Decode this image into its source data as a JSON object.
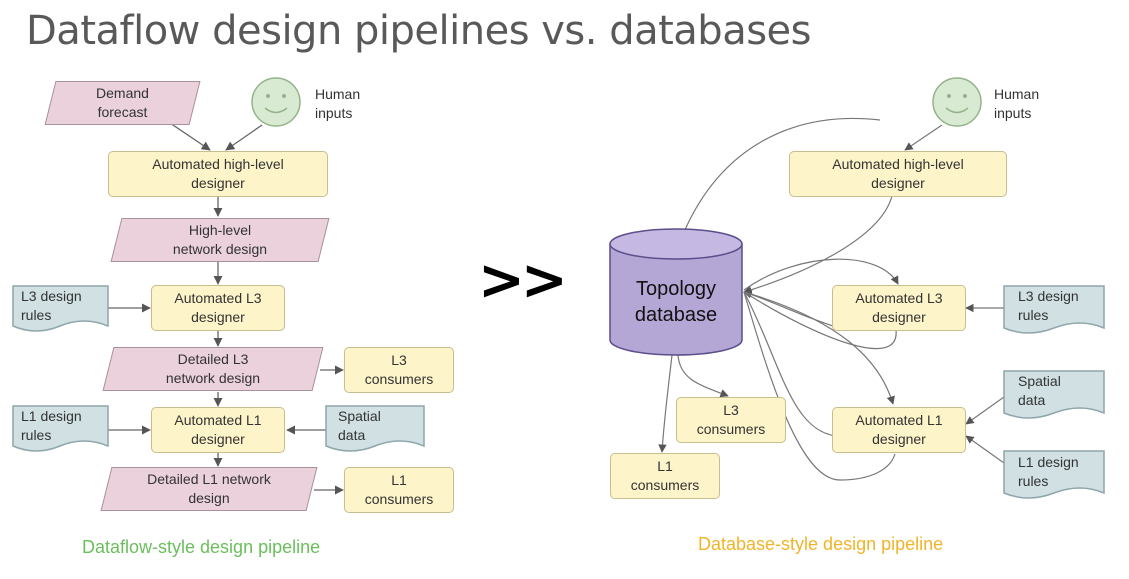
{
  "title": "Dataflow design pipelines vs. databases",
  "comparison_symbol": ">>",
  "left": {
    "caption": "Dataflow-style design pipeline",
    "caption_color": "#6abf5c",
    "human_inputs": "Human\ninputs",
    "demand_forecast": "Demand\nforecast",
    "auto_high_level": "Automated high-level\ndesigner",
    "high_level_design": "High-level\nnetwork design",
    "l3_rules": "L3 design\nrules",
    "auto_l3": "Automated L3\ndesigner",
    "detailed_l3": "Detailed L3\nnetwork design",
    "l3_consumers": "L3\nconsumers",
    "l1_rules": "L1 design\nrules",
    "auto_l1": "Automated L1\ndesigner",
    "spatial_data": "Spatial\ndata",
    "detailed_l1": "Detailed  L1 network\ndesign",
    "l1_consumers": "L1\nconsumers"
  },
  "right": {
    "caption": "Database-style design pipeline",
    "caption_color": "#f0b429",
    "human_inputs": "Human\ninputs",
    "topology_db": "Topology\ndatabase",
    "auto_high_level": "Automated high-level\ndesigner",
    "auto_l3": "Automated L3\ndesigner",
    "l3_rules": "L3 design\nrules",
    "spatial_data": "Spatial\ndata",
    "auto_l1": "Automated L1\ndesigner",
    "l1_rules": "L1 design\nrules",
    "l3_consumers": "L3\nconsumers",
    "l1_consumers": "L1\nconsumers"
  },
  "colors": {
    "process": "#fdf4c9",
    "data": "#ead1dc",
    "document": "#d0e0e3",
    "database": "#b4a7d6",
    "smiley": "#d9ead3"
  }
}
